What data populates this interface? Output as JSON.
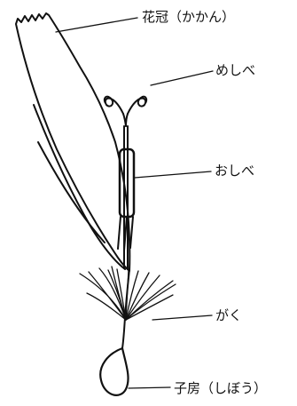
{
  "labels": {
    "corolla": "花冠（かかん）",
    "pistil": "めしべ",
    "stamen": "おしべ",
    "sepal": "がく",
    "ovary": "子房（しぼう）"
  }
}
